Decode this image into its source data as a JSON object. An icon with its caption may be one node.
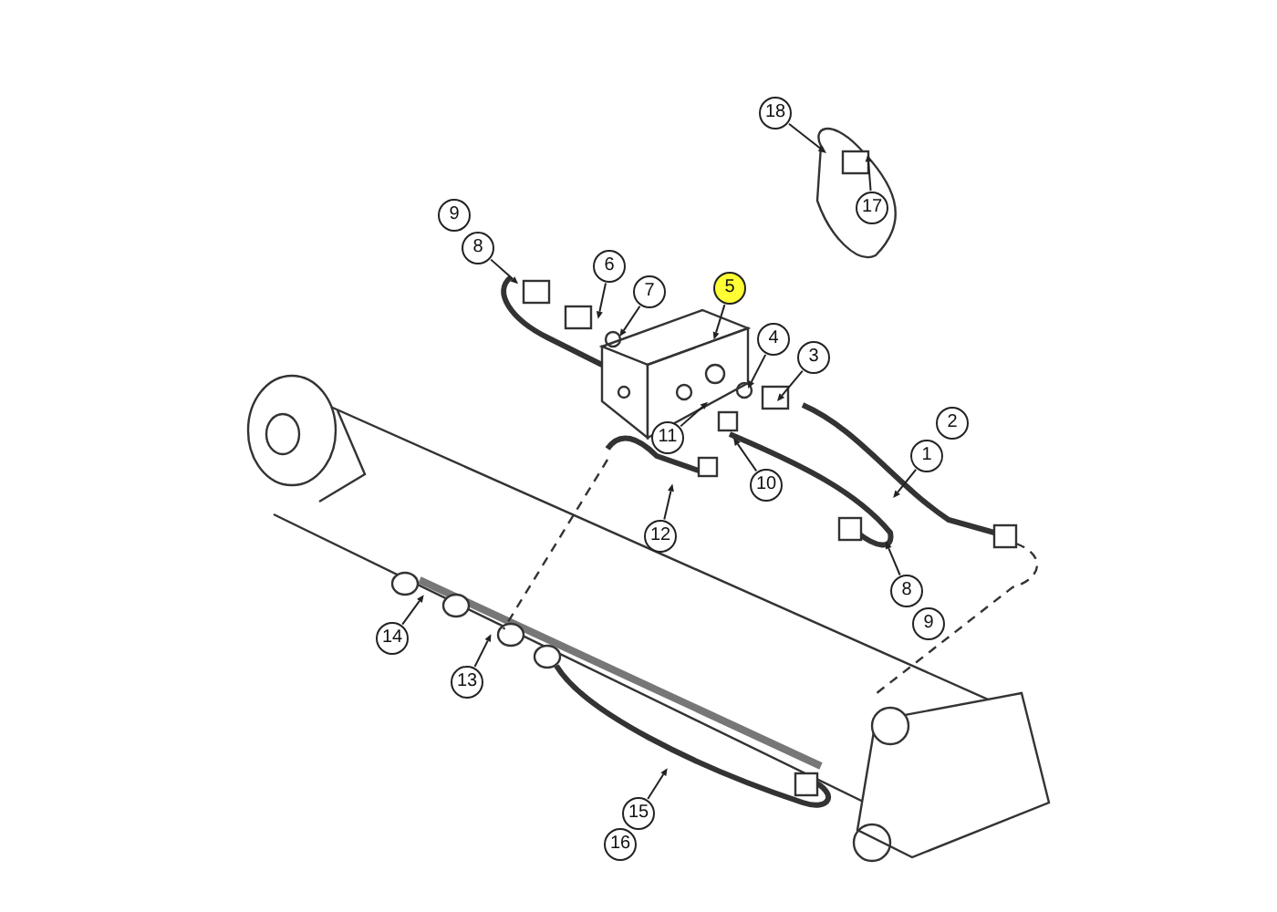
{
  "diagram": {
    "nodes": [
      {
        "text": [
          "18"
        ]
      },
      {
        "text": [
          "17"
        ]
      },
      {
        "text": [
          "9"
        ]
      },
      {
        "text": [
          "8"
        ]
      },
      {
        "text": [
          "6"
        ]
      },
      {
        "text": [
          "7"
        ]
      },
      {
        "text": [
          "5"
        ]
      },
      {
        "text": [
          "4"
        ]
      },
      {
        "text": [
          "3"
        ]
      },
      {
        "text": [
          "2"
        ]
      },
      {
        "text": [
          "1"
        ]
      },
      {
        "text": [
          "11"
        ]
      },
      {
        "text": [
          "10"
        ]
      },
      {
        "text": [
          "12"
        ]
      },
      {
        "text": [
          "8"
        ]
      },
      {
        "text": [
          "9"
        ]
      },
      {
        "text": [
          "14"
        ]
      },
      {
        "text": [
          "13"
        ]
      },
      {
        "text": [
          "15"
        ]
      },
      {
        "text": [
          "16"
        ]
      }
    ],
    "edges": [
      {
        "from": 0,
        "to": null,
        "arrow": "to"
      },
      {
        "from": 1,
        "to": null,
        "arrow": "to"
      },
      {
        "from": 3,
        "to": null,
        "arrow": "to"
      },
      {
        "from": 4,
        "to": null,
        "arrow": "to"
      },
      {
        "from": 5,
        "to": null,
        "arrow": "to"
      },
      {
        "from": 6,
        "to": null,
        "arrow": "to"
      },
      {
        "from": 7,
        "to": null,
        "arrow": "to"
      },
      {
        "from": 8,
        "to": null,
        "arrow": "to"
      },
      {
        "from": 10,
        "to": null,
        "arrow": "to"
      },
      {
        "from": 11,
        "to": null,
        "arrow": "to"
      },
      {
        "from": 12,
        "to": null,
        "arrow": "to"
      },
      {
        "from": 13,
        "to": null,
        "arrow": "to"
      },
      {
        "from": 14,
        "to": null,
        "arrow": "to"
      },
      {
        "from": 16,
        "to": null,
        "arrow": "to"
      },
      {
        "from": 17,
        "to": null,
        "arrow": "to"
      },
      {
        "from": 18,
        "to": null,
        "arrow": "to"
      }
    ]
  }
}
